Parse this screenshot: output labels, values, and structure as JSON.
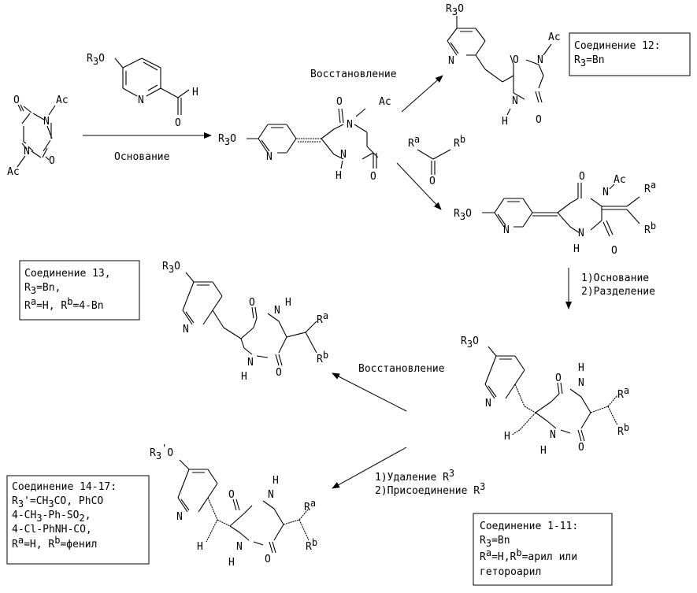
{
  "reagents": {
    "base": "Основание",
    "reduction": "Восстановление",
    "step_base_sep_1": "1)Основание",
    "step_base_sep_2": "2)Разделение",
    "step_deprot_1": "1)Удаление R",
    "step_deprot_1_sup": "3",
    "step_deprot_2": "2)Присоединение R",
    "step_deprot_2_sup": "3"
  },
  "atoms": {
    "ac": "Ac",
    "n": "N",
    "h": "H",
    "o": "O",
    "r": "R",
    "r3_sub": "3",
    "ra_sup": "a",
    "rb_sup": "b",
    "prime": "'"
  },
  "compound_12": {
    "line1": "Соединение 12:",
    "line2_pre": "R",
    "line2_sub": "3",
    "line2_post": "=Bn"
  },
  "compound_13": {
    "line1": "Соединение 13,",
    "line2_pre": "R",
    "line2_sub": "3",
    "line2_post": "=Bn,",
    "line3_a": "R",
    "line3_a_sup": "a",
    "line3_mid": "=H, R",
    "line3_b_sup": "b",
    "line3_post": "=4-Bn"
  },
  "compound_14_17": {
    "line1": "Соединение 14-17:",
    "line2_pre": "R",
    "line2_sub": "3",
    "line2_post": "'=CH",
    "line2_sub2": "3",
    "line2_post2": "CO, PhCO",
    "line3_pre": "4-CH",
    "line3_sub": "3",
    "line3_post": "-Ph-SO",
    "line3_sub2": "2",
    "line3_post2": ",",
    "line4": "4-Cl-PhNH-CO,",
    "line5_a": "R",
    "line5_a_sup": "a",
    "line5_mid": "=H, R",
    "line5_b_sup": "b",
    "line5_post": "=фенил"
  },
  "compound_1_11": {
    "line1": "Соединение 1-11:",
    "line2_pre": "R",
    "line2_sub": "3",
    "line2_post": "=Bn",
    "line3_a": "R",
    "line3_a_sup": "a",
    "line3_mid": "=H,R",
    "line3_b_sup": "b",
    "line3_post": "=арил или",
    "line4": "гетороарил"
  }
}
